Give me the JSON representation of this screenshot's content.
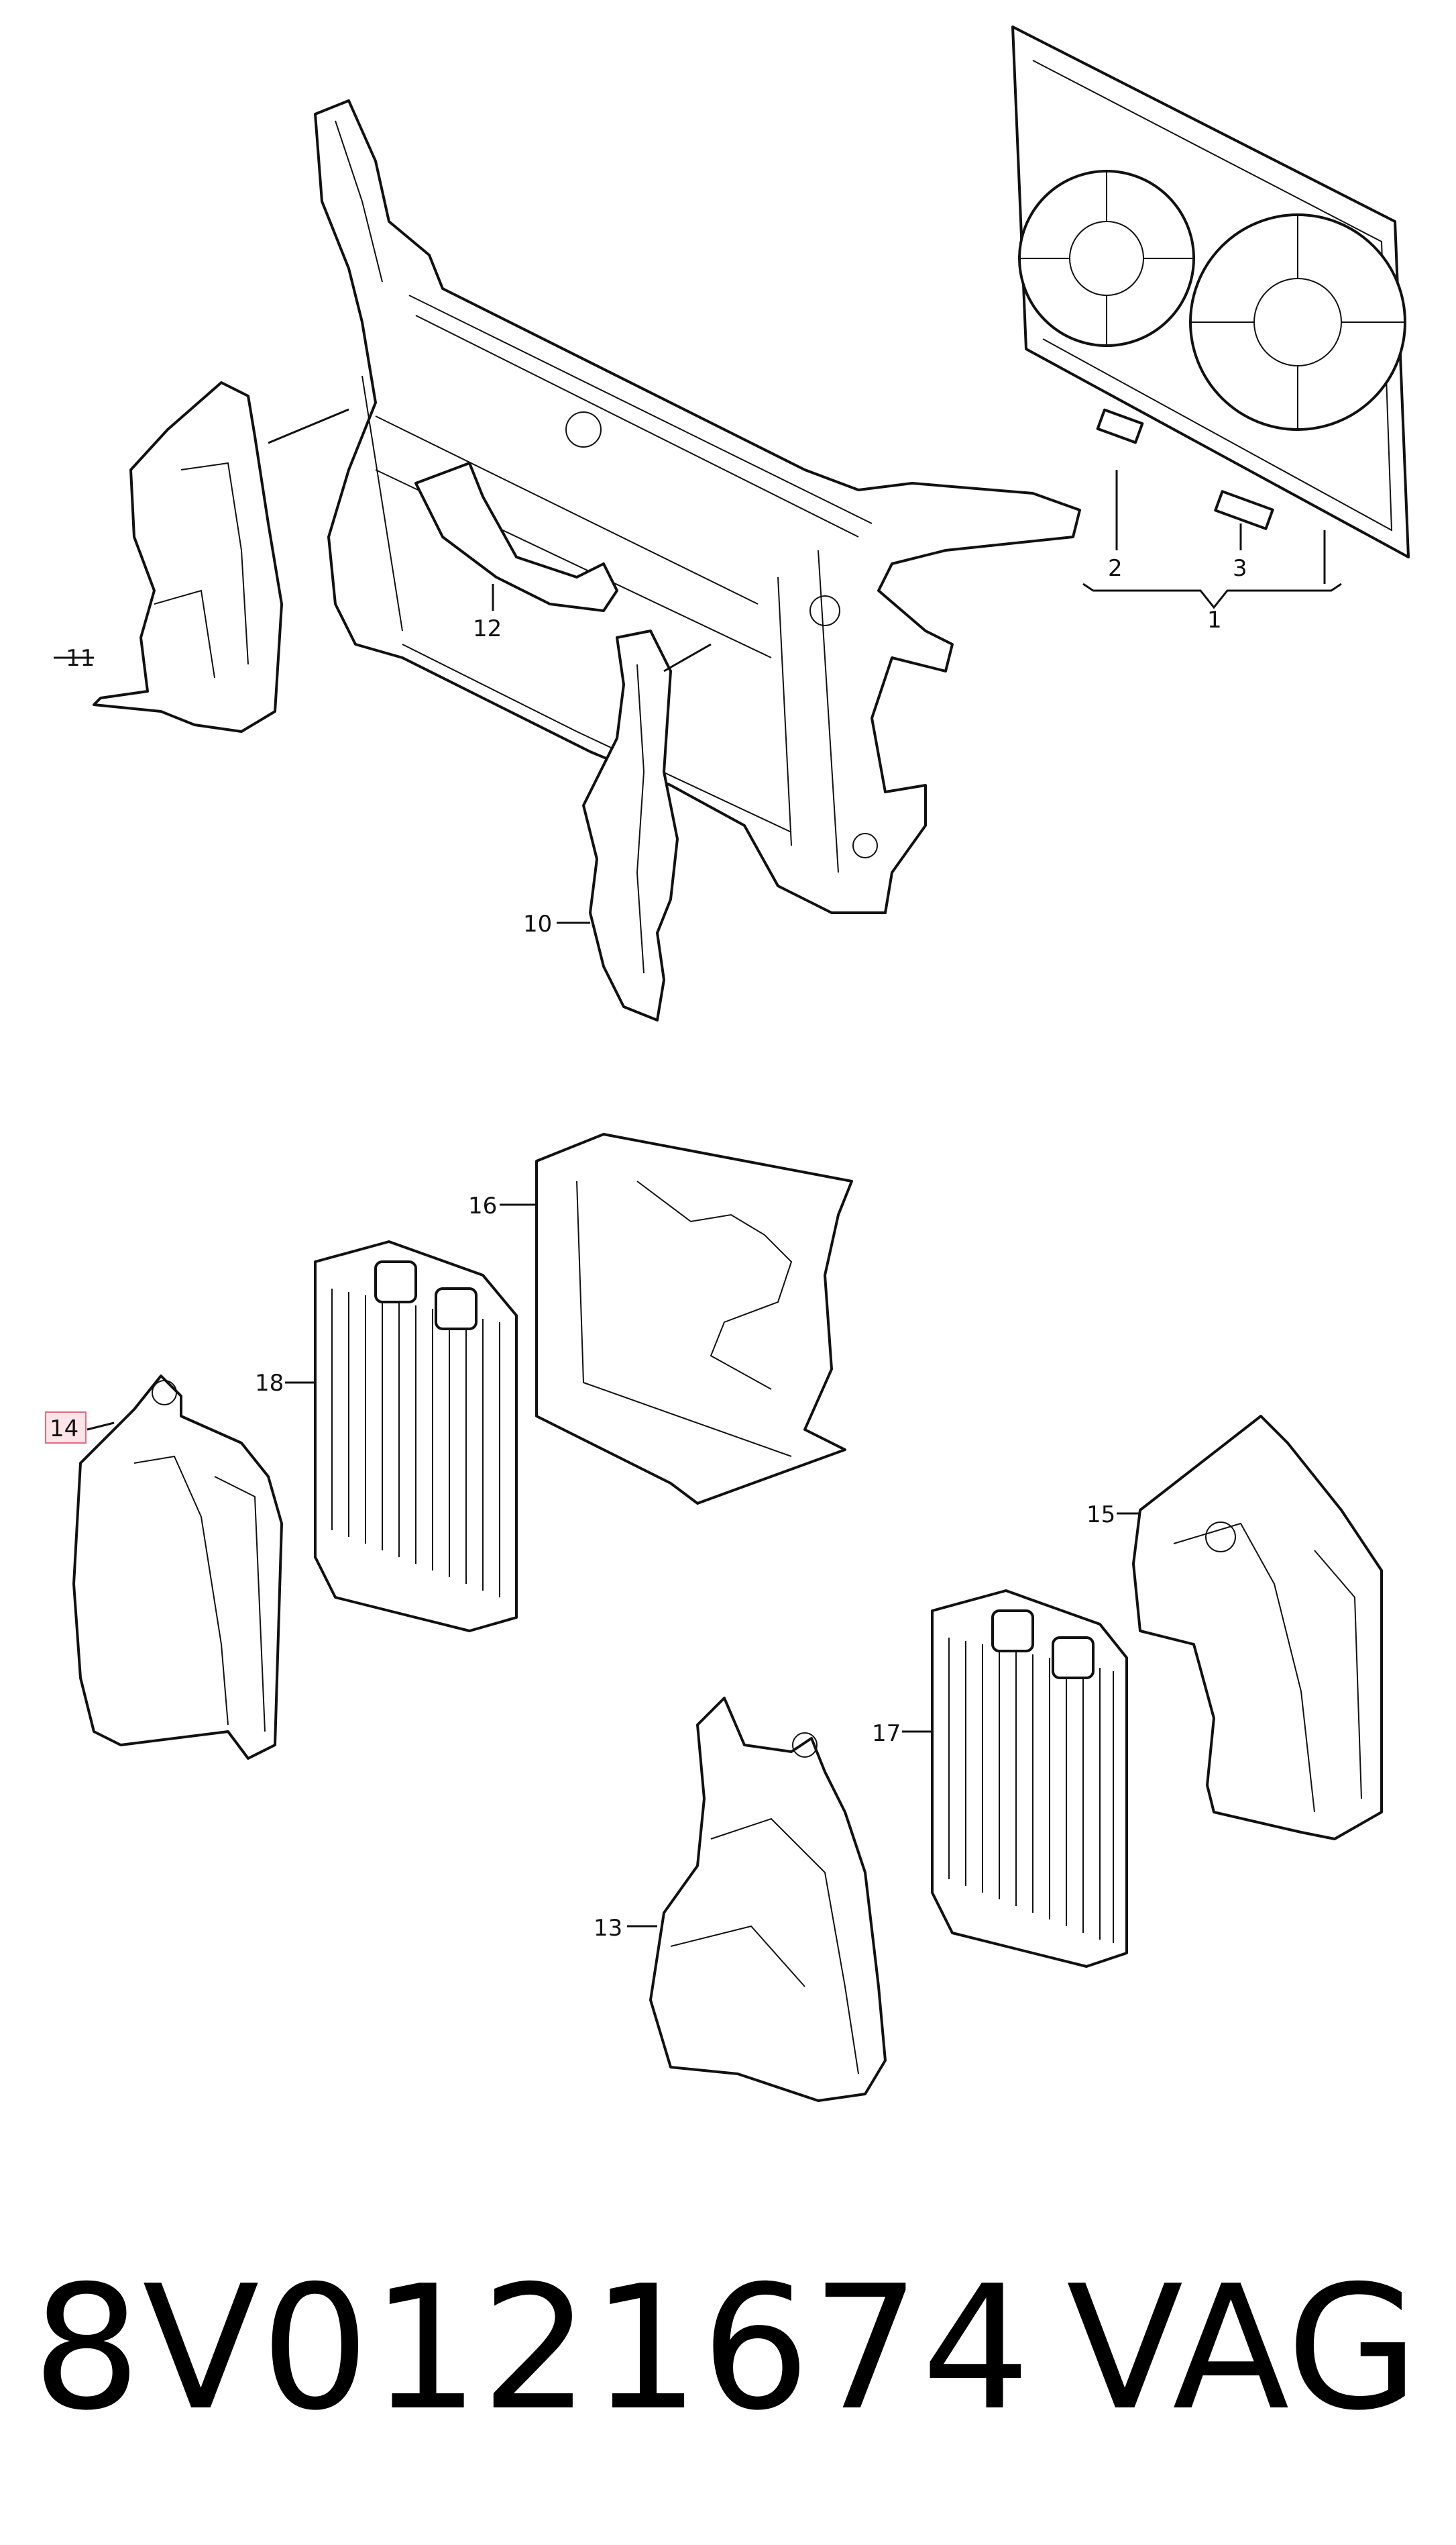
{
  "diagram": {
    "callouts": {
      "c1": "1",
      "c2": "2",
      "c3": "3",
      "c10": "10",
      "c11": "11",
      "c12": "12",
      "c13": "13",
      "c14": "14",
      "c15": "15",
      "c16": "16",
      "c17": "17",
      "c18": "18"
    },
    "highlighted_callout": "14",
    "highlight_color": "#e36b7e"
  },
  "footer": {
    "part_number": "8V0121674",
    "brand": "VAG"
  }
}
